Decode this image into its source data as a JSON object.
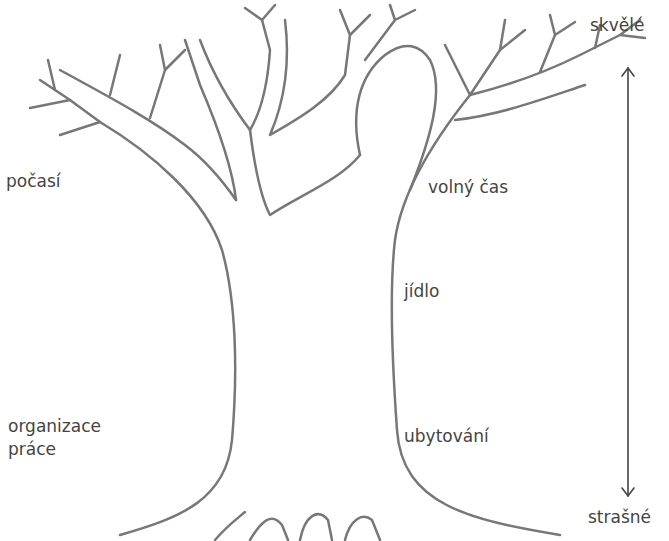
{
  "diagram": {
    "labels": [
      "skvělé",
      "počasí",
      "volný čas",
      "jídlo",
      "organizace práce",
      "ubytování",
      "strašné"
    ]
  }
}
